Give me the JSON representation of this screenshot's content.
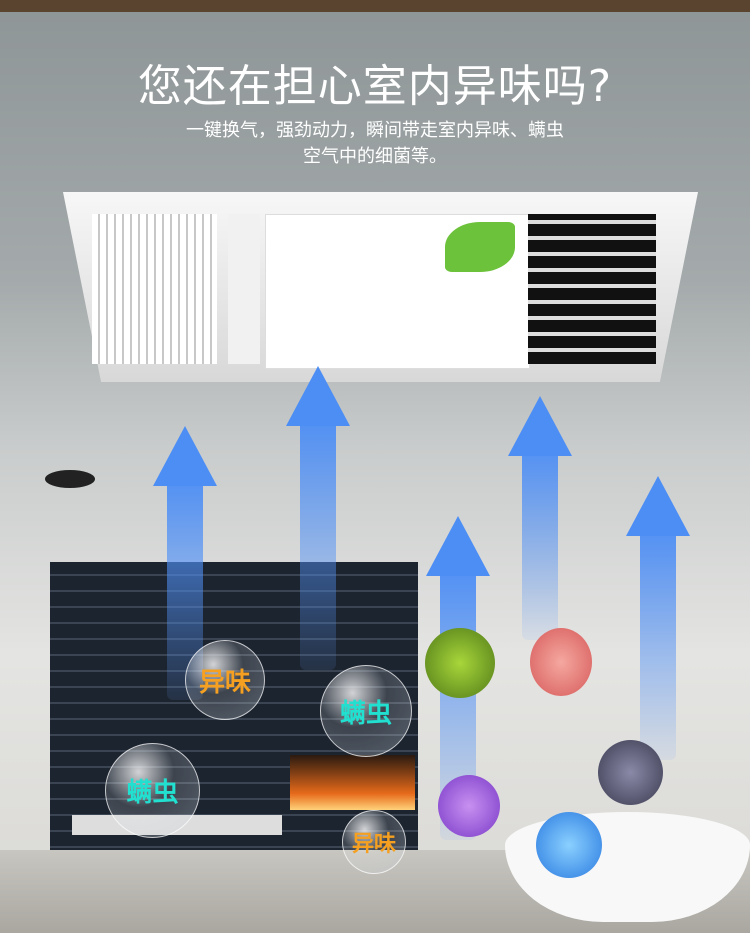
{
  "headline": "您还在担心室内异味吗?",
  "subtitle": {
    "line1": "一键换气，强劲动力，瞬间带走室内异味、螨虫",
    "line2": "空气中的细菌等。"
  },
  "bubbles": [
    {
      "label": "异味"
    },
    {
      "label": "螨虫"
    },
    {
      "label": "螨虫"
    },
    {
      "label": "异味"
    }
  ],
  "colors": {
    "arrow": "#4d8ef5",
    "bubble_orange": "#f5a020",
    "bubble_cyan": "#22e0d0"
  }
}
